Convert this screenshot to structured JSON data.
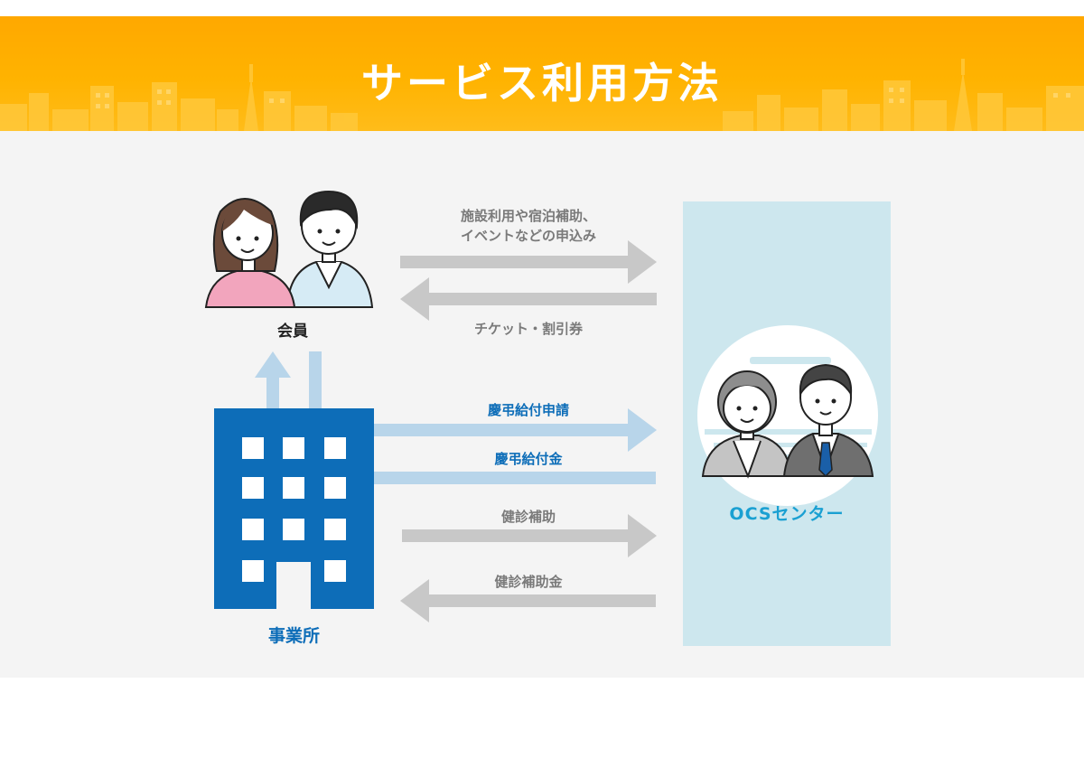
{
  "banner": {
    "title": "サービス利用方法"
  },
  "nodes": {
    "members": "会員",
    "office": "事業所",
    "center": "OCSセンター"
  },
  "flows": {
    "facility_line1": "施設利用や宿泊補助、",
    "facility_line2": "イベントなどの申込み",
    "tickets": "チケット・割引券",
    "condolence_application": "慶弔給付申請",
    "condolence_payment": "慶弔給付金",
    "health_checkup": "健診補助",
    "health_checkup_payment": "健診補助金"
  },
  "colors": {
    "banner_orange": "#ffa800",
    "office_blue": "#0d6db8",
    "center_bg": "#cde7ee",
    "gray_arrow": "#c8c8c8",
    "light_blue_arrow": "#b8d5ea",
    "center_text": "#1aa0d2"
  }
}
